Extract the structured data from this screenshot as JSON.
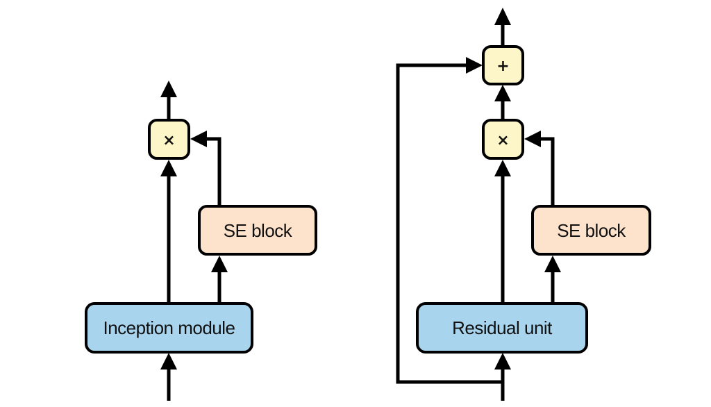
{
  "diagram": {
    "left": {
      "title": "SE-Inception module",
      "base_block": "Inception module",
      "se_block": "SE block",
      "operator": "×"
    },
    "right": {
      "title": "SE-ResNet unit",
      "base_block": "Residual unit",
      "se_block": "SE block",
      "multiply_operator": "×",
      "add_operator": "+"
    },
    "colors": {
      "base_block_fill": "#a9d4ee",
      "se_block_fill": "#fde3cc",
      "operator_fill": "#fdf6c8",
      "stroke": "#000000"
    }
  }
}
